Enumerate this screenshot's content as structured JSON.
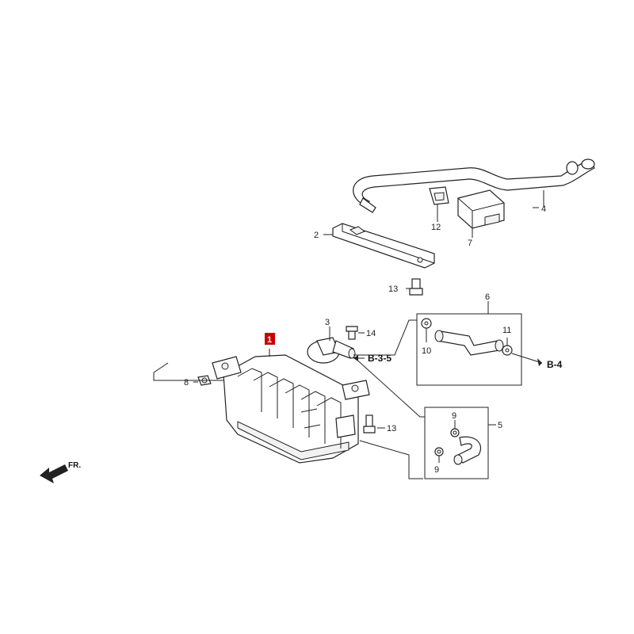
{
  "diagram": {
    "selected_color": "#cc0000",
    "callouts": {
      "c1": "1",
      "c2": "2",
      "c3": "3",
      "c4": "4",
      "c5": "5",
      "c6": "6",
      "c7": "7",
      "c8": "8",
      "c9a": "9",
      "c9b": "9",
      "c10": "10",
      "c11": "11",
      "c12": "12",
      "c13a": "13",
      "c13b": "13",
      "c14": "14"
    },
    "refs": {
      "b35": "B-3-5",
      "b4": "B-4"
    },
    "front_label": "FR."
  }
}
